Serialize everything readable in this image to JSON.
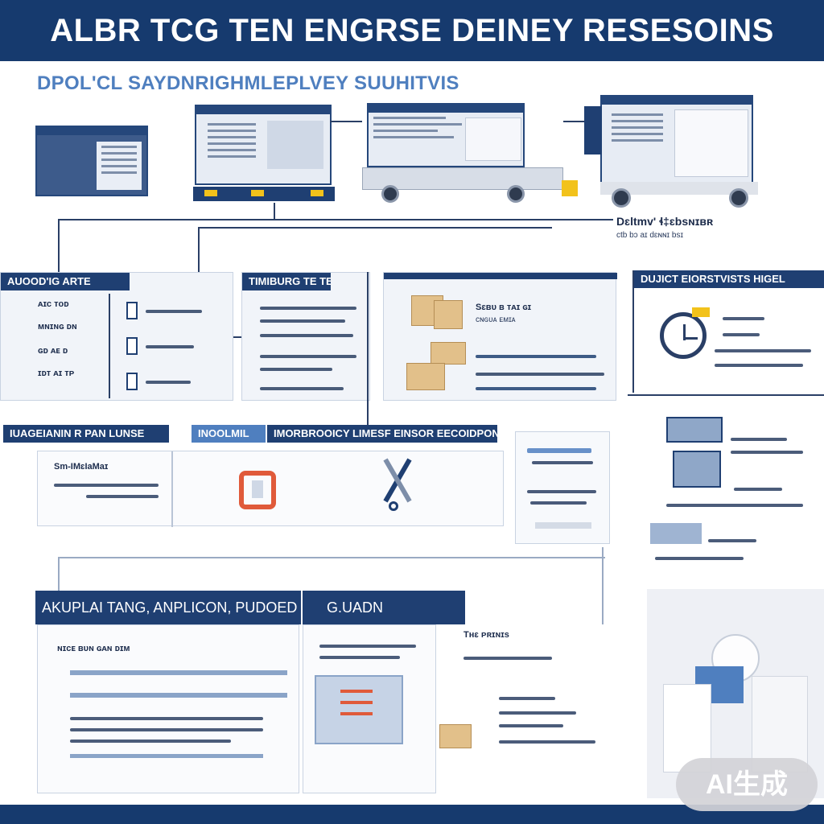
{
  "title": "ALBR TCG TEN ENGRSE DEINEY RESESOINS",
  "subtitle": "DPOL'CL SAYDNRIGHMLEPLVEY SUUHITVIS",
  "top_caption": {
    "line1": "Dɛltmv' ɬ‡ɛbsɴɪʙʀ",
    "line2": "ᴄtb bɔ aɪ dɛɴɴɪ bsɪ"
  },
  "row1": {
    "panel_a_header": "AUOOD'IG ARTE",
    "panel_b_header": "TIMIBURG TE TE",
    "panel_d_header": "DUJICT EIORSTVISTS HIGEL",
    "panel_a_items": [
      "ᴀɪᴄ ᴛᴏᴅ",
      "ᴍɴɪɴɢ ᴅɴ",
      "ɢᴅ ᴀᴇ ᴅ",
      "ɪᴅᴛ ᴀɪ ᴛᴘ"
    ],
    "panel_c_text": [
      "Sɛʙᴜ ʙ ᴛᴀɪ ɢɪ",
      "ᴄɴɢᴜᴀ ᴇᴍɪᴀ"
    ]
  },
  "row2": {
    "label_a": "IUAGEIANIN R PAN LUNSE",
    "label_b": "INOOLMIL",
    "label_c": "IMORBROOICY LIMESF EINSOR EECOIDPON",
    "item_a": "Sm-IMɛIaMaɪ"
  },
  "row3": {
    "header_left": "AKUPLAI TANG, ANPLICON, PUDOED",
    "header_badge": "G.UADN",
    "item_a": "ɴɪᴄᴇ ʙᴜɴ ɢᴀɴ ᴅɪᴍ",
    "item_b": "Tʜɛ ᴘʀɪɴɪs"
  },
  "watermark": "AI生成",
  "icons": [
    "monitor-icon",
    "truck-icon",
    "package-icon",
    "clock-icon",
    "arrows-icon",
    "x-mark-icon",
    "scanner-icon",
    "robot-icon"
  ],
  "colors": {
    "primary": "#163a6e",
    "accent": "#4f7fbf",
    "highlight": "#f2c21b",
    "alert": "#e05a3a"
  }
}
